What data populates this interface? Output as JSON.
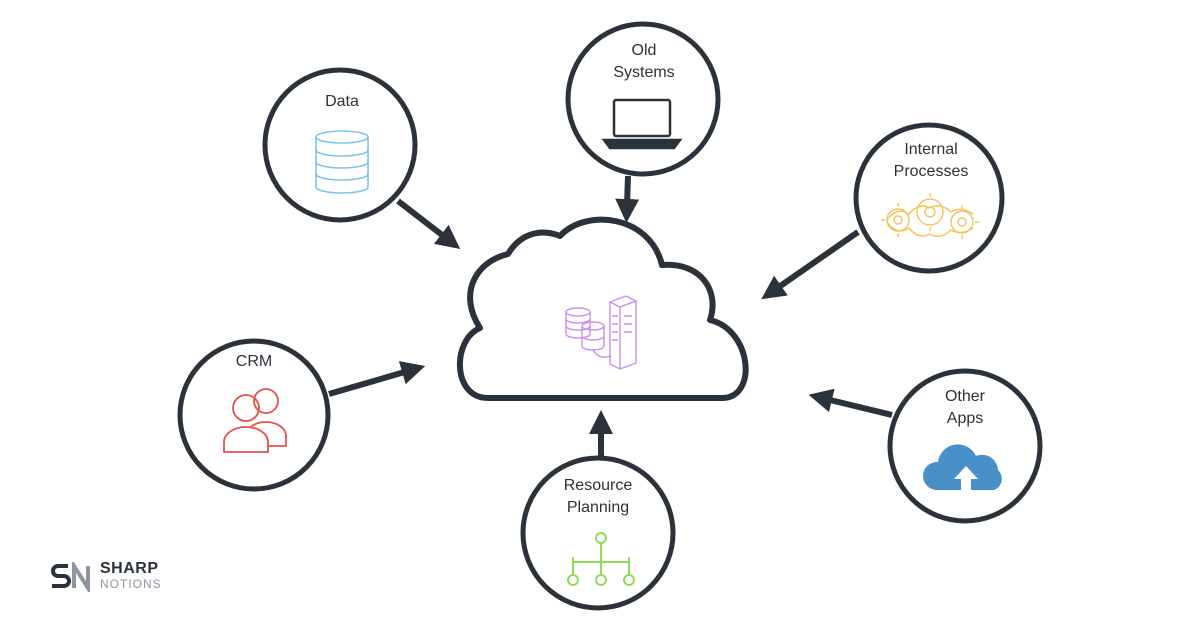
{
  "nodes": {
    "data": {
      "label": "Data",
      "icon": "database-icon",
      "color": "#7cc4ea"
    },
    "old_systems": {
      "label_line1": "Old",
      "label_line2": "Systems",
      "icon": "laptop-icon",
      "color": "#2b323a"
    },
    "internal_processes": {
      "label_line1": "Internal",
      "label_line2": "Processes",
      "icon": "gear-chain-icon",
      "color": "#f5c35a"
    },
    "crm": {
      "label": "CRM",
      "icon": "users-icon",
      "color": "#e8504b"
    },
    "resource_planning": {
      "label_line1": "Resource",
      "label_line2": "Planning",
      "icon": "hierarchy-icon",
      "color": "#8fdc5a"
    },
    "other_apps": {
      "label_line1": "Other",
      "label_line2": "Apps",
      "icon": "cloud-upload-icon",
      "color": "#4a90c8"
    }
  },
  "center": {
    "icon": "server-database-icon",
    "color": "#c98ff0"
  },
  "outline_color": "#2b323a",
  "logo": {
    "line1": "SHARP",
    "line2": "NOTIONS"
  }
}
